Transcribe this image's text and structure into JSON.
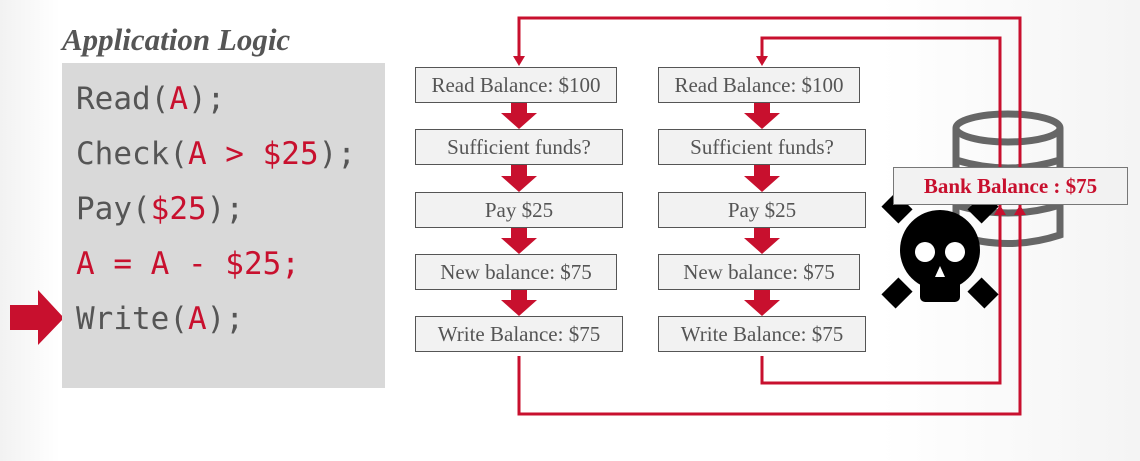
{
  "title": "Application Logic",
  "code": {
    "l1": {
      "a": "Read(",
      "b": "A",
      "c": ");"
    },
    "l2": {
      "a": "Check(",
      "b": "A > $25",
      "c": ");"
    },
    "l3": {
      "a": "Pay(",
      "b": "$25",
      "c": ");"
    },
    "l4": {
      "b": "A = A - $25;"
    },
    "l5": {
      "a": "Write(",
      "b": "A",
      "c": ");"
    }
  },
  "columns": [
    {
      "steps": [
        "Read Balance: $100",
        "Sufficient funds?",
        "Pay $25",
        "New balance: $75",
        "Write Balance: $75"
      ]
    },
    {
      "steps": [
        "Read Balance: $100",
        "Sufficient funds?",
        "Pay $25",
        "New balance: $75",
        "Write Balance: $75"
      ]
    }
  ],
  "database": {
    "label": "Bank Balance : $75"
  },
  "colors": {
    "accent": "#c8102e",
    "text": "#555555"
  }
}
